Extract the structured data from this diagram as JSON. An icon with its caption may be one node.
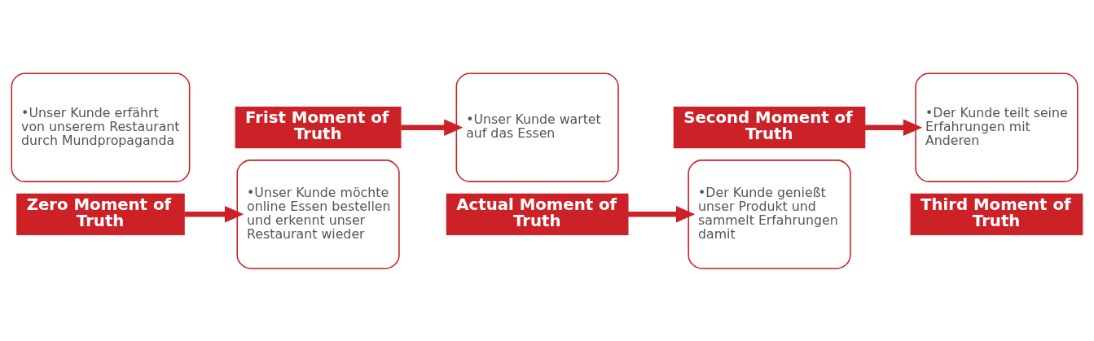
{
  "diagram": {
    "nodes": [
      {
        "text": [
          "•Unser Kunde erfährt von unserem Restaurant durch Mundpropaganda"
        ]
      },
      {
        "text": [
          "Zero Moment of Truth"
        ]
      },
      {
        "text": [
          "Frist Moment of Truth"
        ]
      },
      {
        "text": [
          "•Unser Kunde möchte online Essen bestellen und erkennt unser Restaurant wieder"
        ]
      },
      {
        "text": [
          "•Unser Kunde wartet auf das Essen"
        ]
      },
      {
        "text": [
          "Actual Moment of Truth"
        ]
      },
      {
        "text": [
          "Second Moment of Truth"
        ]
      },
      {
        "text": [
          "•Der Kunde genießt unser Produkt und sammelt Erfahrungen damit"
        ]
      },
      {
        "text": [
          "•Der Kunde teilt seine Erfahrungen mit Anderen"
        ]
      },
      {
        "text": [
          "Third Moment of Truth"
        ]
      }
    ],
    "edges": [
      {
        "from": 1,
        "to": 3,
        "arrow": "to"
      },
      {
        "from": 2,
        "to": 4,
        "arrow": "to"
      },
      {
        "from": 5,
        "to": 7,
        "arrow": "to"
      },
      {
        "from": 6,
        "to": 8,
        "arrow": "to"
      }
    ]
  }
}
